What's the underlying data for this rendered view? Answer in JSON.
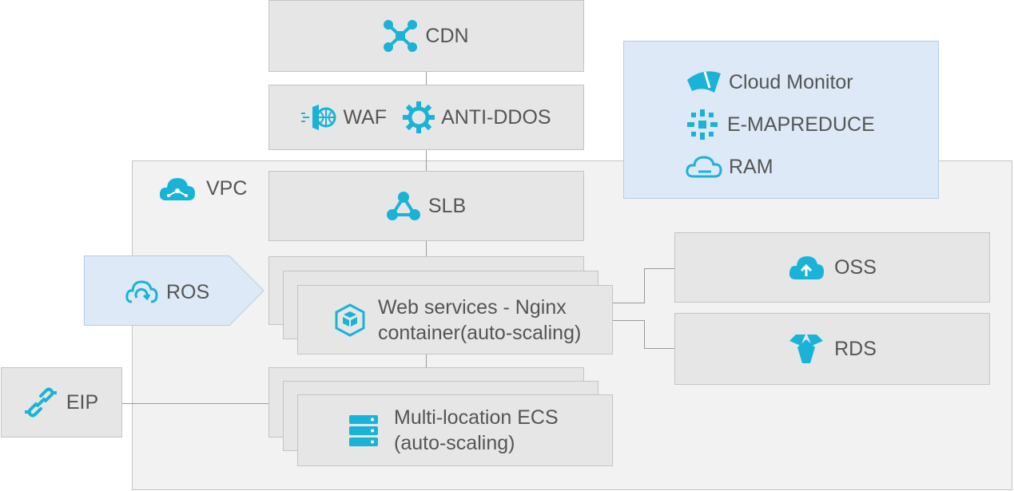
{
  "cdn": {
    "label": "CDN"
  },
  "security": {
    "waf": "WAF",
    "antiddos": "ANTI-DDOS"
  },
  "management": {
    "cloud_monitor": "Cloud Monitor",
    "emapreduce": "E-MAPREDUCE",
    "ram": "RAM"
  },
  "vpc": {
    "label": "VPC"
  },
  "slb": {
    "label": "SLB"
  },
  "ros": {
    "label": "ROS"
  },
  "web": {
    "line1": "Web services - Nginx",
    "line2": "container(auto-scaling)"
  },
  "ecs": {
    "line1": "Multi-location ECS",
    "line2": "(auto-scaling)"
  },
  "oss": {
    "label": "OSS"
  },
  "rds": {
    "label": "RDS"
  },
  "eip": {
    "label": "EIP"
  },
  "colors": {
    "accent": "#1ab3d8",
    "box": "#e6e6e6",
    "panel": "#f2f2f2",
    "highlight": "#dde9f6"
  }
}
